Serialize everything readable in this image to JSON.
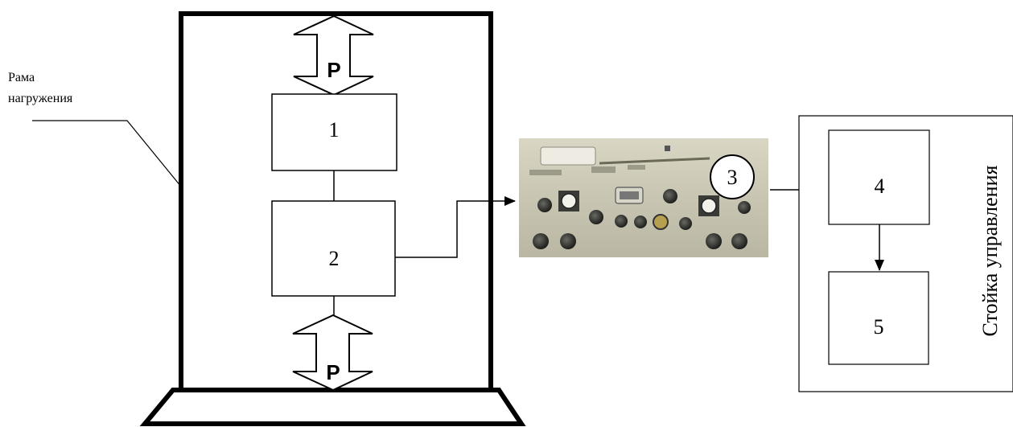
{
  "frame_label_line1": "Рама",
  "frame_label_line2": "нагружения",
  "force_label_top": "P",
  "force_label_bottom": "P",
  "block1_label": "1",
  "block2_label": "2",
  "block3_label": "3",
  "block4_label": "4",
  "block5_label": "5",
  "control_rack_label": "Стойка управления"
}
